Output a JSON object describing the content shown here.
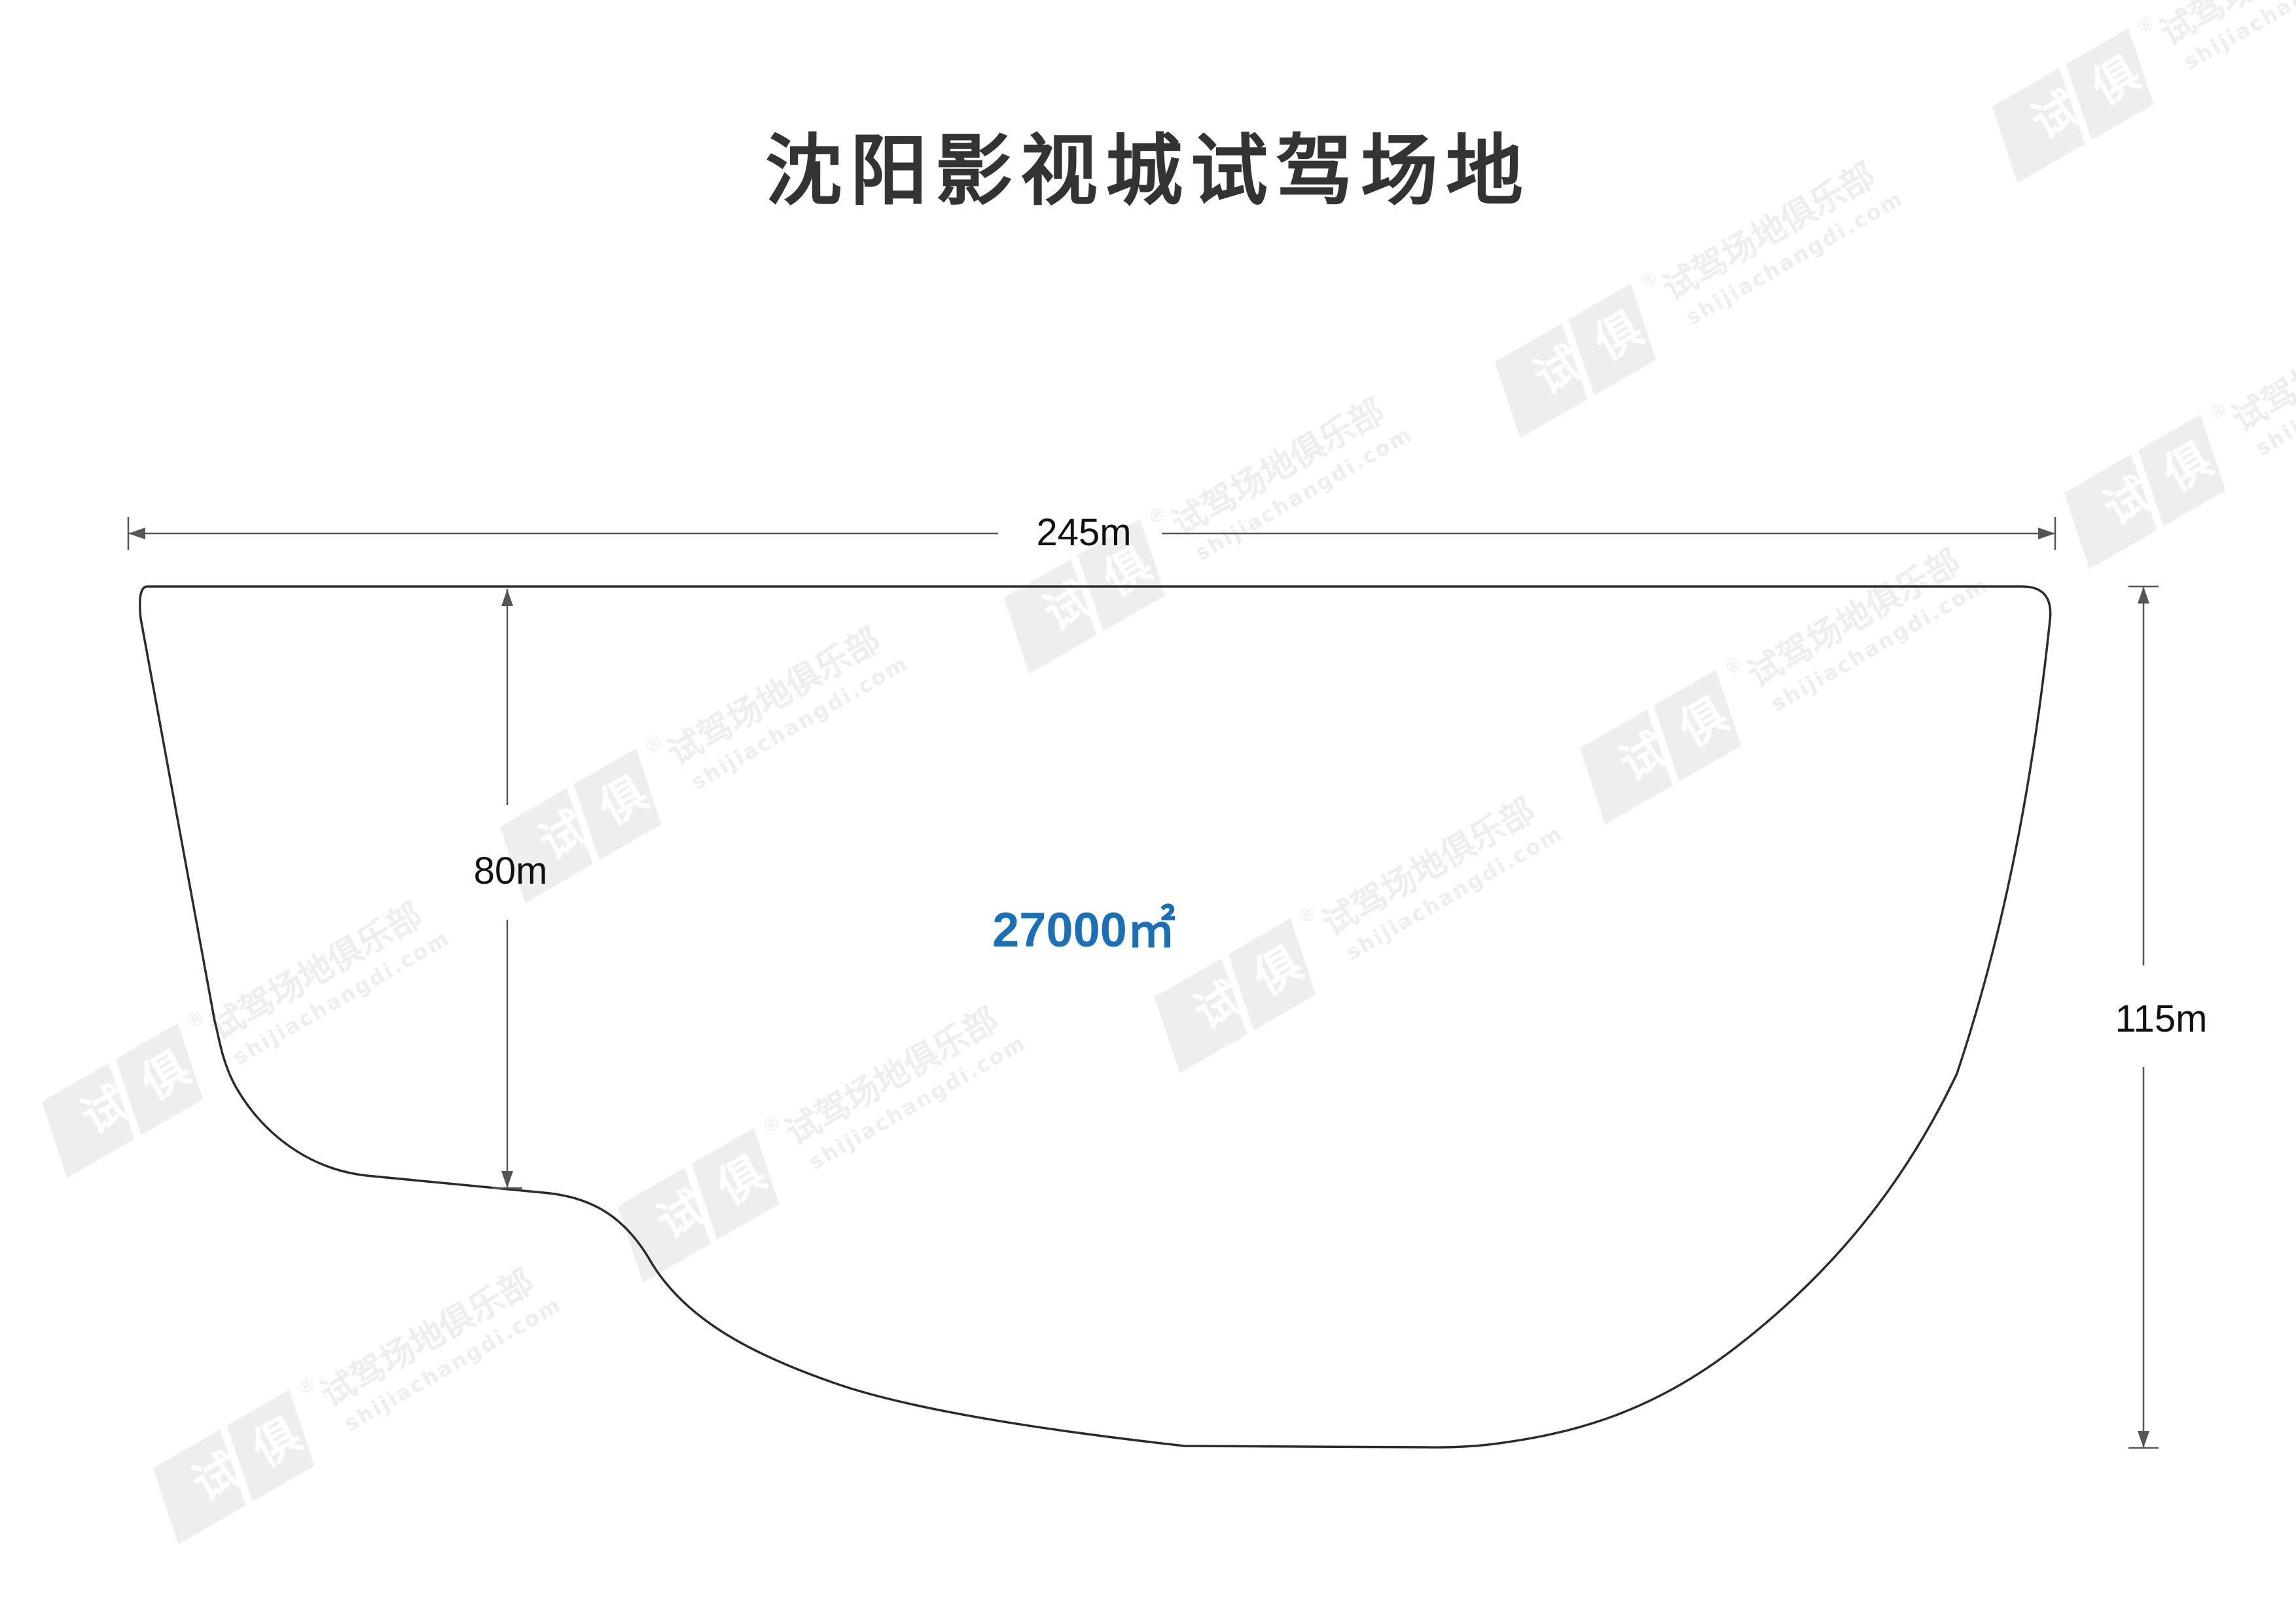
{
  "title": "沈阳影视城试驾场地",
  "dimensions": {
    "width_label": "245m",
    "inner_height_label": "80m",
    "total_height_label": "115m"
  },
  "area": {
    "label": "27000㎡",
    "color": "#1a6fb5"
  },
  "colors": {
    "outline": "#2b2b2b",
    "dimension_line": "#555555",
    "title": "#333333",
    "watermark": "#eeeeee"
  },
  "watermark": {
    "brand": "试驾场地俱乐部",
    "url": "shijiachangdi.com",
    "registered": "®",
    "logo_chars": [
      "试",
      "俱"
    ]
  }
}
